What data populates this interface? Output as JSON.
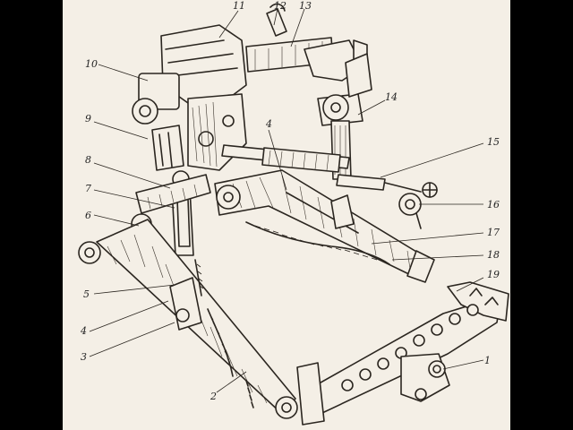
{
  "callouts": [
    "1",
    "2",
    "3",
    "4",
    "4",
    "5",
    "6",
    "7",
    "8",
    "9",
    "10",
    "11",
    "12",
    "13",
    "14",
    "15",
    "16",
    "17",
    "18",
    "19"
  ],
  "colors": {
    "paper": "#f4efe6",
    "ink": "#2b2620",
    "frame": "#000000"
  }
}
